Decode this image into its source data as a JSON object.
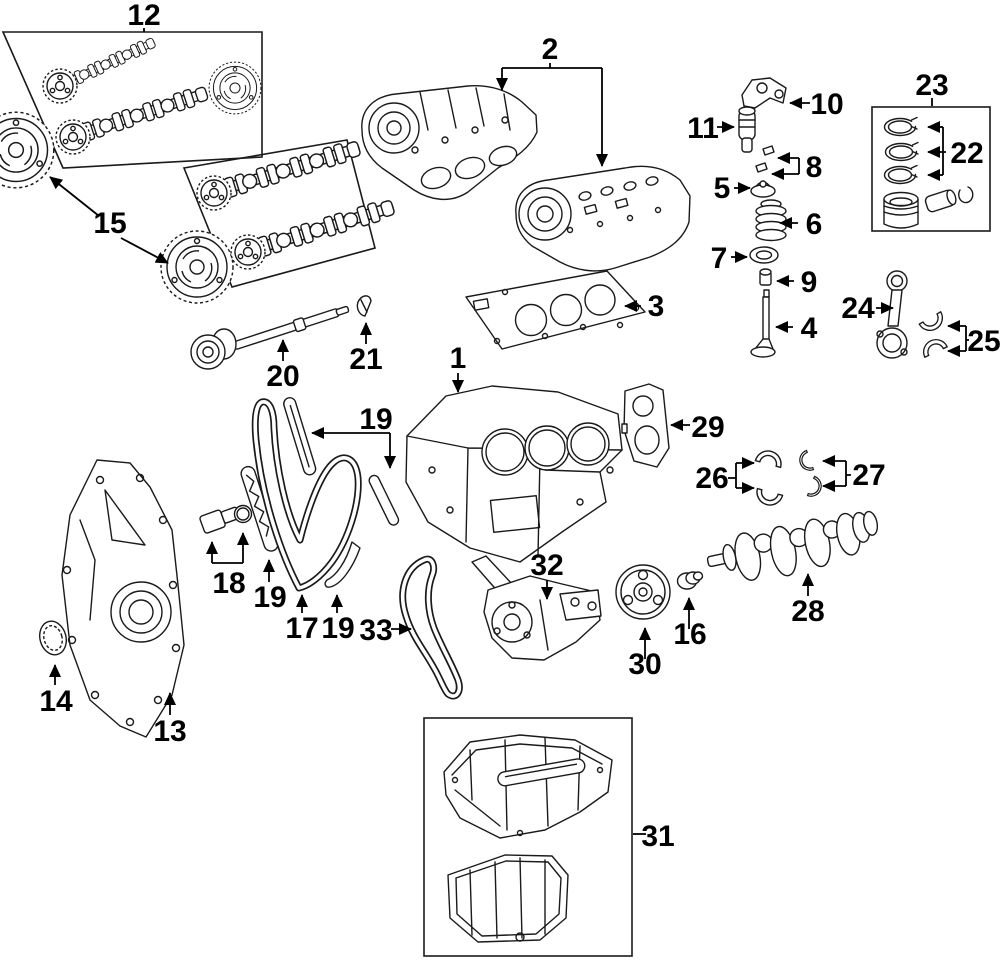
{
  "page": {
    "type": "parts-diagram",
    "subject": "Engine internal components exploded view (line-art parts catalog drawing)",
    "background_color": "#ffffff",
    "line_color": "#1a1a1a",
    "label_color": "#000000"
  },
  "callouts": {
    "1": {
      "text": "1",
      "part": "engine-block"
    },
    "2": {
      "text": "2",
      "part": "cylinder-heads"
    },
    "3": {
      "text": "3",
      "part": "head-gasket"
    },
    "4": {
      "text": "4",
      "part": "engine-valve"
    },
    "5": {
      "text": "5",
      "part": "valve-spring-retainer"
    },
    "6": {
      "text": "6",
      "part": "valve-spring"
    },
    "7": {
      "text": "7",
      "part": "valve-spring-seat"
    },
    "8": {
      "text": "8",
      "part": "valve-keepers"
    },
    "9": {
      "text": "9",
      "part": "valve-stem-seal"
    },
    "10": {
      "text": "10",
      "part": "rocker-arm"
    },
    "11": {
      "text": "11",
      "part": "valve-lifter"
    },
    "12": {
      "text": "12",
      "part": "camshafts"
    },
    "13": {
      "text": "13",
      "part": "timing-cover"
    },
    "14": {
      "text": "14",
      "part": "front-crank-seal"
    },
    "15": {
      "text": "15",
      "part": "camshaft-sprockets"
    },
    "16": {
      "text": "16",
      "part": "crankshaft-gear"
    },
    "17": {
      "text": "17",
      "part": "timing-chain"
    },
    "18": {
      "text": "18",
      "part": "chain-tensioner"
    },
    "19a": {
      "text": "19",
      "part": "timing-chain-guide"
    },
    "19b": {
      "text": "19",
      "part": "timing-chain-guide"
    },
    "19c": {
      "text": "19",
      "part": "timing-chain-guide"
    },
    "20": {
      "text": "20",
      "part": "balance-shaft"
    },
    "21": {
      "text": "21",
      "part": "shaft-key"
    },
    "22": {
      "text": "22",
      "part": "piston-rings"
    },
    "23": {
      "text": "23",
      "part": "piston-kit"
    },
    "24": {
      "text": "24",
      "part": "connecting-rod"
    },
    "25": {
      "text": "25",
      "part": "rod-bearings"
    },
    "26": {
      "text": "26",
      "part": "main-bearings"
    },
    "27": {
      "text": "27",
      "part": "thrust-washers"
    },
    "28": {
      "text": "28",
      "part": "crankshaft"
    },
    "29": {
      "text": "29",
      "part": "end-plate"
    },
    "30": {
      "text": "30",
      "part": "crank-pulley"
    },
    "31": {
      "text": "31",
      "part": "oil-pan"
    },
    "32": {
      "text": "32",
      "part": "oil-pump"
    },
    "33": {
      "text": "33",
      "part": "oil-pump-chain"
    }
  }
}
